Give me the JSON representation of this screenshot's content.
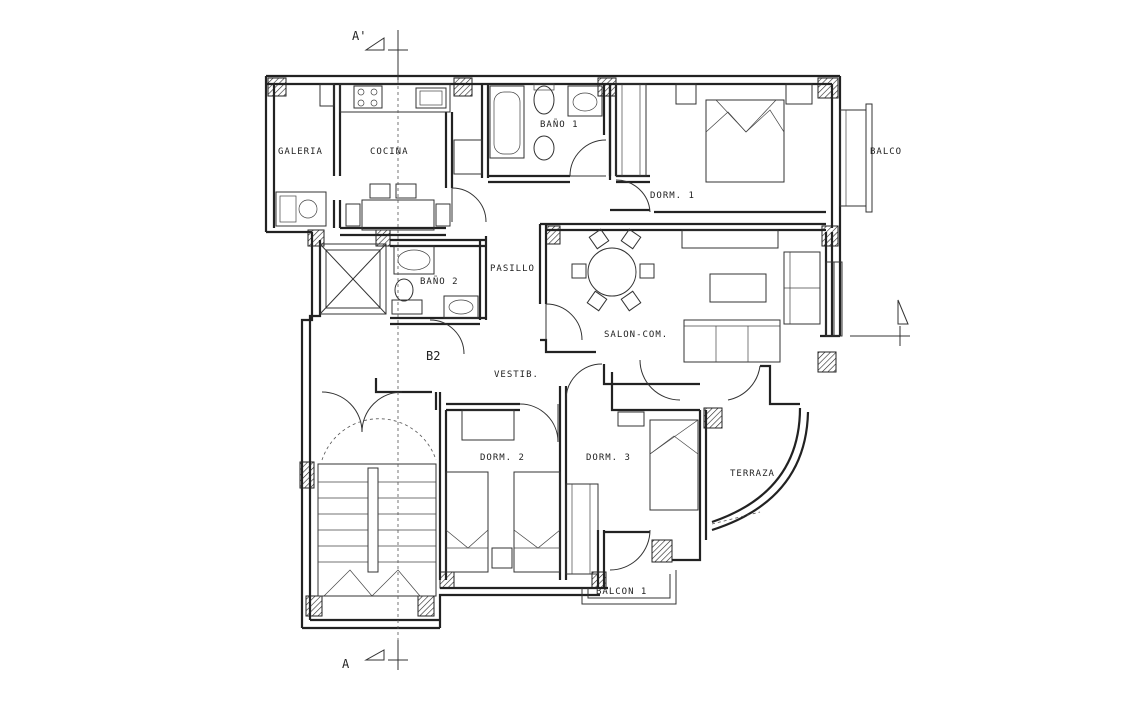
{
  "rooms": {
    "galeria": "GALERIA",
    "cocina": "COCINA",
    "bano1": "BAÑO 1",
    "dorm1": "DORM. 1",
    "balcon_top": "BALCO",
    "pasillo": "PASILLO",
    "bano2": "BAÑO 2",
    "salon": "SALON-COM.",
    "vestib": "VESTIB.",
    "dorm2": "DORM. 2",
    "dorm3": "DORM. 3",
    "terraza": "TERRAZA",
    "balcon1": "BALCON 1",
    "b2_tag": "B2"
  },
  "section_markers": {
    "top": "A'",
    "bottom": "A"
  }
}
